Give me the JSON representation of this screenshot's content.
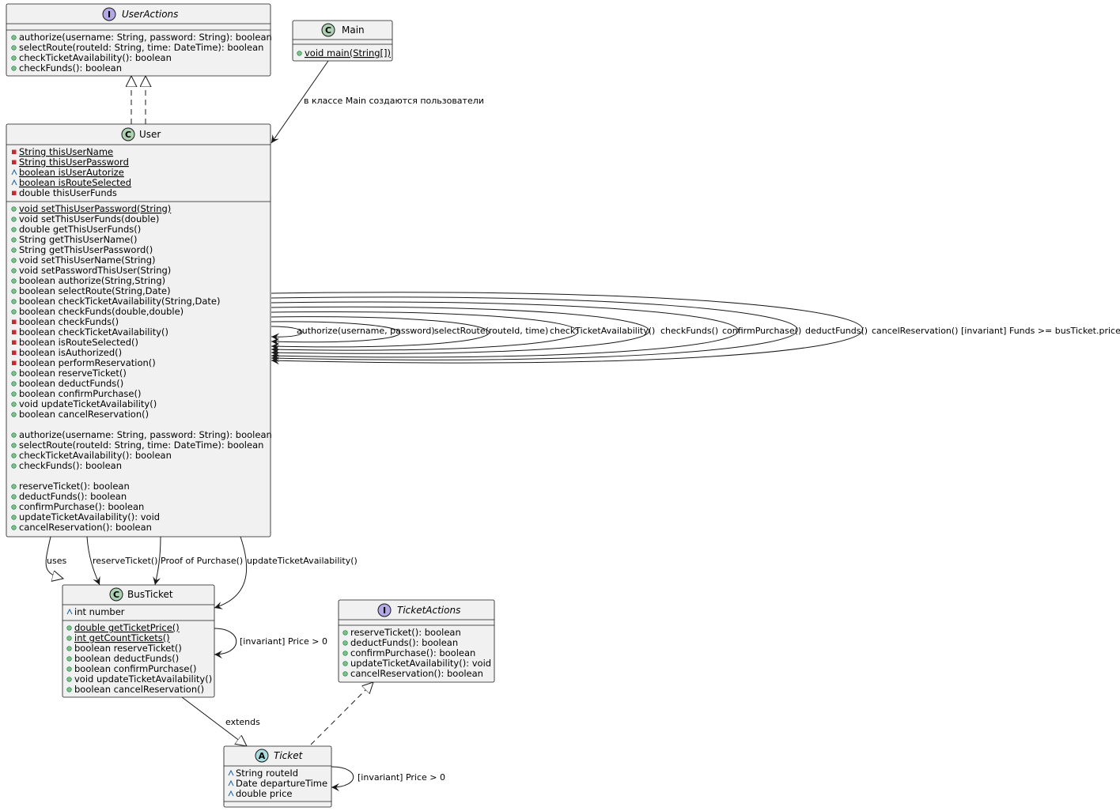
{
  "classes": {
    "user_actions": {
      "name": "UserActions",
      "stereotype": "I",
      "members": [
        {
          "vis": "+",
          "text": "authorize(username: String, password: String): boolean"
        },
        {
          "vis": "+",
          "text": "selectRoute(routeId: String, time: DateTime): boolean"
        },
        {
          "vis": "+",
          "text": "checkTicketAvailability(): boolean"
        },
        {
          "vis": "+",
          "text": "checkFunds(): boolean"
        }
      ]
    },
    "main": {
      "name": "Main",
      "stereotype": "C",
      "members": [
        {
          "vis": "+",
          "text": "void main(String[])",
          "static": true
        }
      ]
    },
    "user": {
      "name": "User",
      "stereotype": "C",
      "fields": [
        {
          "vis": "-",
          "text": "String thisUserName",
          "static": true
        },
        {
          "vis": "-",
          "text": "String thisUserPassword",
          "static": true
        },
        {
          "vis": "~",
          "text": "boolean isUserAutorize",
          "static": true
        },
        {
          "vis": "~",
          "text": "boolean isRouteSelected",
          "static": true
        },
        {
          "vis": "-",
          "text": "double thisUserFunds"
        }
      ],
      "methods": [
        {
          "vis": "+",
          "text": "void setThisUserPassword(String)",
          "static": true
        },
        {
          "vis": "+",
          "text": "void setThisUserFunds(double)"
        },
        {
          "vis": "+",
          "text": "double getThisUserFunds()"
        },
        {
          "vis": "+",
          "text": "String getThisUserName()"
        },
        {
          "vis": "+",
          "text": "String getThisUserPassword()"
        },
        {
          "vis": "+",
          "text": "void setThisUserName(String)"
        },
        {
          "vis": "+",
          "text": "void setPasswordThisUser(String)"
        },
        {
          "vis": "+",
          "text": "boolean authorize(String,String)"
        },
        {
          "vis": "+",
          "text": "boolean selectRoute(String,Date)"
        },
        {
          "vis": "+",
          "text": "boolean checkTicketAvailability(String,Date)"
        },
        {
          "vis": "+",
          "text": "boolean checkFunds(double,double)"
        },
        {
          "vis": "-",
          "text": "boolean checkFunds()"
        },
        {
          "vis": "-",
          "text": "boolean checkTicketAvailability()"
        },
        {
          "vis": "-",
          "text": "boolean isRouteSelected()"
        },
        {
          "vis": "-",
          "text": "boolean isAuthorized()"
        },
        {
          "vis": "-",
          "text": "boolean performReservation()"
        },
        {
          "vis": "+",
          "text": "boolean reserveTicket()"
        },
        {
          "vis": "+",
          "text": "boolean deductFunds()"
        },
        {
          "vis": "+",
          "text": "boolean confirmPurchase()"
        },
        {
          "vis": "+",
          "text": "void updateTicketAvailability()"
        },
        {
          "vis": "+",
          "text": "boolean cancelReservation()"
        },
        {
          "vis": "",
          "text": ""
        },
        {
          "vis": "+",
          "text": "authorize(username: String, password: String): boolean"
        },
        {
          "vis": "+",
          "text": "selectRoute(routeId: String, time: DateTime): boolean"
        },
        {
          "vis": "+",
          "text": "checkTicketAvailability(): boolean"
        },
        {
          "vis": "+",
          "text": "checkFunds(): boolean"
        },
        {
          "vis": "",
          "text": ""
        },
        {
          "vis": "+",
          "text": "reserveTicket(): boolean"
        },
        {
          "vis": "+",
          "text": "deductFunds(): boolean"
        },
        {
          "vis": "+",
          "text": "confirmPurchase(): boolean"
        },
        {
          "vis": "+",
          "text": "updateTicketAvailability(): void"
        },
        {
          "vis": "+",
          "text": "cancelReservation(): boolean"
        }
      ]
    },
    "bus_ticket": {
      "name": "BusTicket",
      "stereotype": "C",
      "fields": [
        {
          "vis": "~",
          "text": "int number"
        }
      ],
      "methods": [
        {
          "vis": "+",
          "text": "double getTicketPrice()",
          "static": true
        },
        {
          "vis": "+",
          "text": "int getCountTickets()",
          "static": true
        },
        {
          "vis": "+",
          "text": "boolean reserveTicket()"
        },
        {
          "vis": "+",
          "text": "boolean deductFunds()"
        },
        {
          "vis": "+",
          "text": "boolean confirmPurchase()"
        },
        {
          "vis": "+",
          "text": "void updateTicketAvailability()"
        },
        {
          "vis": "+",
          "text": "boolean cancelReservation()"
        }
      ]
    },
    "ticket_actions": {
      "name": "TicketActions",
      "stereotype": "I",
      "members": [
        {
          "vis": "+",
          "text": "reserveTicket(): boolean"
        },
        {
          "vis": "+",
          "text": "deductFunds(): boolean"
        },
        {
          "vis": "+",
          "text": "confirmPurchase(): boolean"
        },
        {
          "vis": "+",
          "text": "updateTicketAvailability(): void"
        },
        {
          "vis": "+",
          "text": "cancelReservation(): boolean"
        }
      ]
    },
    "ticket": {
      "name": "Ticket",
      "stereotype": "A",
      "fields": [
        {
          "vis": "~",
          "text": "String routeId"
        },
        {
          "vis": "~",
          "text": "Date departureTime"
        },
        {
          "vis": "~",
          "text": "double price"
        }
      ]
    }
  },
  "labels": {
    "main_to_user": "в классе Main создаются пользователи",
    "self_user": [
      "authorize(username, password)",
      "selectRoute(routeId, time)",
      "checkTicketAvailability()",
      "checkFunds()",
      "confirmPurchase()",
      "deductFunds()",
      "cancelReservation()",
      "[invariant] Funds >= busTicket.price"
    ],
    "user_uses": "uses",
    "user_reserve": "reserveTicket()",
    "user_proof": "Proof of Purchase()",
    "user_update": "updateTicketAvailability()",
    "bus_invariant": "[invariant] Price > 0",
    "bus_extends": "extends",
    "ticket_invariant": "[invariant] Price > 0"
  },
  "colors": {
    "box_fill": "#f1f1f1",
    "border": "#181818",
    "class_circle": "#add1b2",
    "interface_circle": "#b4a7e5",
    "abstract_circle": "#a9dcdf",
    "vis_public": "#84be84",
    "vis_private": "#c82930",
    "vis_package": "#1963a0"
  }
}
